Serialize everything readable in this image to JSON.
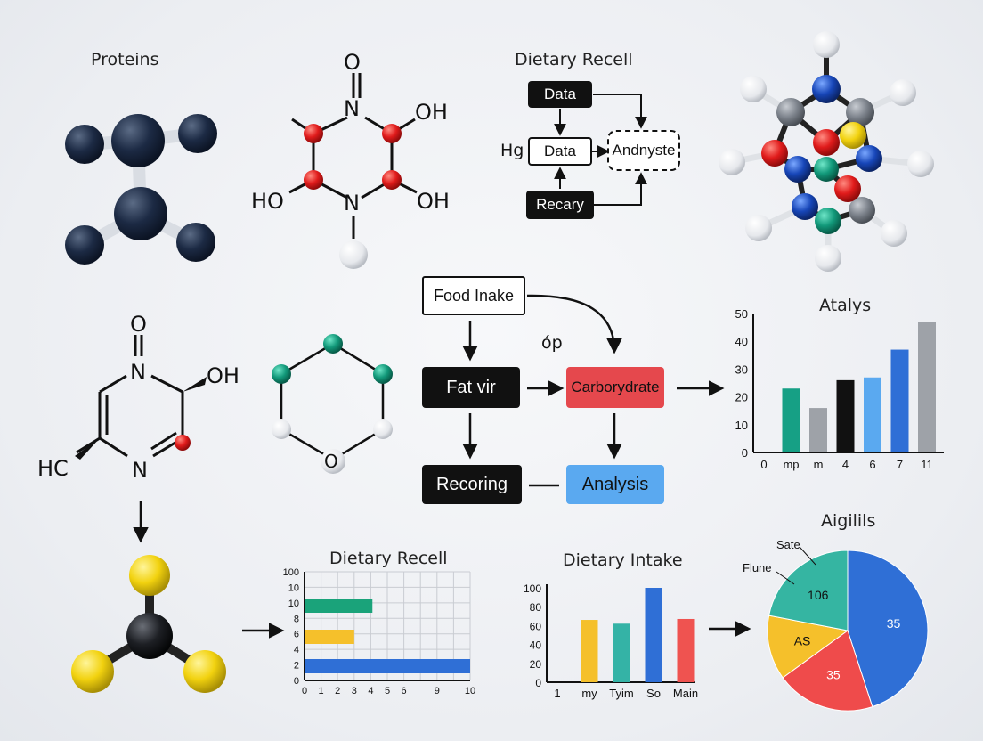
{
  "titles": {
    "proteins": "Proteins",
    "recall_top": "Dietary Recell",
    "analysis_chart": "Atalys",
    "recall_bottom": "Dietary Recell",
    "intake": "Dietary Intake",
    "pie": "Aigilils"
  },
  "molecule_labels": {
    "o_top": "O",
    "n_top": "N",
    "oh_right_top": "OH",
    "ho_left": "HO",
    "n_bottom": "N",
    "oh_right_bottom": "OH",
    "o_mid": "O",
    "n_mid": "N",
    "oh_mid": "OH",
    "hc": "HC",
    "n_low": "N",
    "o_ring": "O"
  },
  "top_flow": {
    "data1": "Data",
    "hg": "Hg",
    "data2": "Data",
    "andnyste": "Andnyste",
    "recary": "Recary"
  },
  "mid_flow": {
    "food_intake": "Food Inake",
    "op": "óp",
    "fat_vir": "Fat vir",
    "carbohydrate": "Carborydrate",
    "recoring": "Recoring",
    "analysis": "Analysis"
  },
  "colors": {
    "teal": "#16a085",
    "gray": "#9ea2a8",
    "black": "#111111",
    "light_blue": "#5aa9f0",
    "blue": "#2f6fd6",
    "yellow": "#f5c02b",
    "red": "#e53935",
    "orange_red": "#ef5350",
    "green": "#1aa37a"
  },
  "chart_data": [
    {
      "type": "bar",
      "title": "Atalys",
      "categories": [
        "0",
        "mp",
        "m",
        "4",
        "6",
        "7",
        "11"
      ],
      "values": [
        null,
        23,
        16,
        26,
        27,
        37,
        47
      ],
      "bar_colors": [
        "",
        "#16a085",
        "#9ea2a8",
        "#111111",
        "#5aa9f0",
        "#2f6fd6",
        "#9ea2a8"
      ],
      "yticks": [
        "0",
        "10",
        "20",
        "30",
        "40",
        "50"
      ],
      "ylim": [
        0,
        50
      ]
    },
    {
      "type": "bar",
      "orientation": "horizontal",
      "title": "Dietary Recell",
      "yticks": [
        "0",
        "2",
        "4",
        "6",
        "8",
        "10",
        "10",
        "100"
      ],
      "xticks": [
        "0",
        "1",
        "2",
        "3",
        "4",
        "5",
        "6",
        "9",
        "10"
      ],
      "xlim": [
        0,
        10
      ],
      "bars": [
        {
          "value": 4.1,
          "color": "#1aa37a"
        },
        {
          "value": 3.0,
          "color": "#f5c02b"
        },
        {
          "value": 10,
          "color": "#2f6fd6"
        }
      ]
    },
    {
      "type": "bar",
      "title": "Dietary Intake",
      "categories": [
        "1",
        "my",
        "Tyim",
        "So",
        "Main"
      ],
      "values": [
        null,
        66,
        62,
        100,
        67
      ],
      "bar_colors": [
        "",
        "#f5c02b",
        "#34b3a6",
        "#2f6fd6",
        "#ef5350"
      ],
      "yticks": [
        "0",
        "20",
        "40",
        "60",
        "80",
        "100"
      ],
      "ylim": [
        0,
        100
      ]
    },
    {
      "type": "pie",
      "title": "Aigilils",
      "slices": [
        {
          "label": "35",
          "value": 45,
          "color": "#2f6fd6"
        },
        {
          "label": "35",
          "value": 20,
          "color": "#ef4b4b"
        },
        {
          "label": "AS",
          "value": 13,
          "color": "#f5c02b"
        },
        {
          "label": "106",
          "value": 22,
          "color": "#35b5a2"
        }
      ],
      "callouts": [
        "Sate",
        "Flune"
      ]
    }
  ]
}
